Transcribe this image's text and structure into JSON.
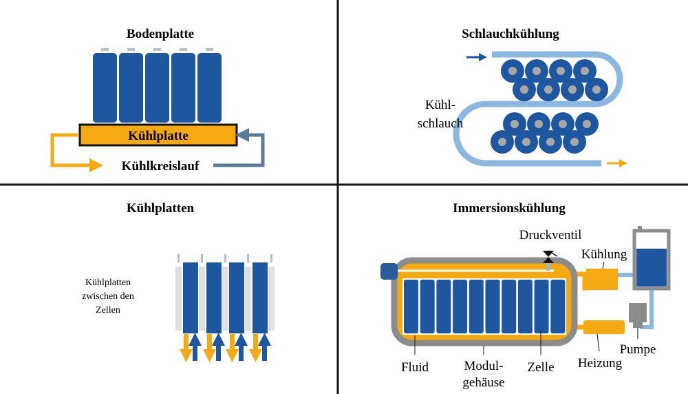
{
  "colors": {
    "cell": "#1F56A0",
    "orange": "#F5A912",
    "tube": "#8CB8E0",
    "grey": "#8C8C8C",
    "return": "#5B7A99"
  },
  "q1": {
    "title": "Bodenplatte",
    "plate": "Kühlplatte",
    "circuit": "Kühlkreislauf"
  },
  "q2": {
    "title": "Schlauchkühlung",
    "label_line1": "Kühl-",
    "label_line2": "schlauch"
  },
  "q3": {
    "title": "Kühlplatten",
    "label_line1": "Kühlplatten",
    "label_line2": "zwischen den",
    "label_line3": "Zellen"
  },
  "q4": {
    "title": "Immersionskühlung",
    "valve": "Druckventil",
    "cooling": "Kühlung",
    "pump": "Pumpe",
    "heating": "Heizung",
    "fluid": "Fluid",
    "housing_line1": "Modul-",
    "housing_line2": "gehäuse",
    "cell": "Zelle"
  }
}
